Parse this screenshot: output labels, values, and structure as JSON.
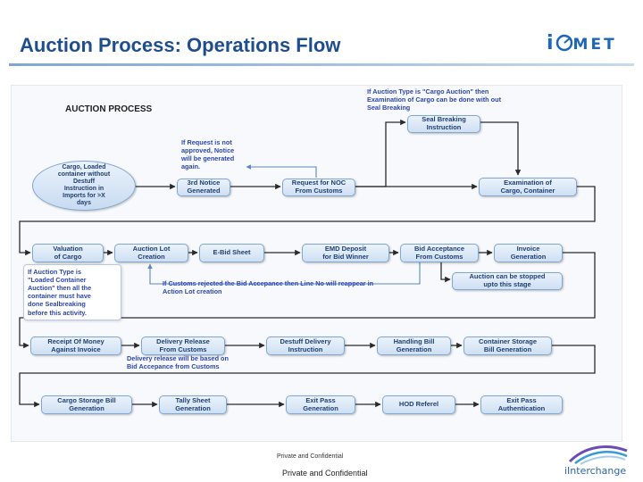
{
  "slide": {
    "title": "Auction Process: Operations Flow",
    "footer_small": "Private and Confidential",
    "footer_main": "Private and Confidential"
  },
  "logos": {
    "icomet": {
      "prefix": "i",
      "rest": "MET"
    },
    "interchange": "iInterchange"
  },
  "diagram": {
    "heading": "AUCTION PROCESS",
    "nodes": {
      "start": "Cargo, Loaded\ncontainer without\nDestuff\nInstruction  in\nImports  for >X\ndays",
      "notice": "3rd Notice\nGenerated",
      "noc": "Request for  NOC\nFrom Customs",
      "seal": "Seal Breaking\nInstruction",
      "exam": "Examination of\nCargo, Container",
      "valuation": "Valuation\nof Cargo",
      "lot": "Auction Lot\nCreation",
      "ebid": "E-Bid Sheet",
      "emd": "EMD Deposit\nfor Bid Winner",
      "bidacc": "Bid Acceptance\nFrom Customs",
      "invoice": "Invoice\nGeneration",
      "stopped": "Auction  can be stopped\nupto  this stage",
      "receipt": "Receipt Of Money\nAgainst Invoice",
      "delivery": "Delivery Release\nFrom Customs",
      "destuff": "Destuff Delivery\nInstruction",
      "handling": "Handling Bill\nGeneration",
      "contstorage": "Container Storage\nBill Generation",
      "cargostorage": "Cargo Storage Bill\nGeneration",
      "tally": "Tally Sheet\nGeneration",
      "exitgen": "Exit Pass\nGeneration",
      "hod": "HOD Referel",
      "exitauth": "Exit Pass\nAuthentication"
    },
    "notes": {
      "cargo_auction": "If Auction Type is \"Cargo Auction\" then\nExamination of Cargo can be done with out\nSeal Breaking",
      "request": "If Request is not\napproved, Notice\nwill be generated\nagain.",
      "loaded": "If Auction  Type is\n\"Loaded Container\nAuction\"  then all the\ncontainer  must have\ndone  Sealbreaking\nbefore  this activity.",
      "rejected": "If Customs rejected the Bid Accepance then Line No will reappear in\nAction Lot creation",
      "delivery_release": "Delivery release will be  based on\nBid Accepance from Customs"
    }
  }
}
